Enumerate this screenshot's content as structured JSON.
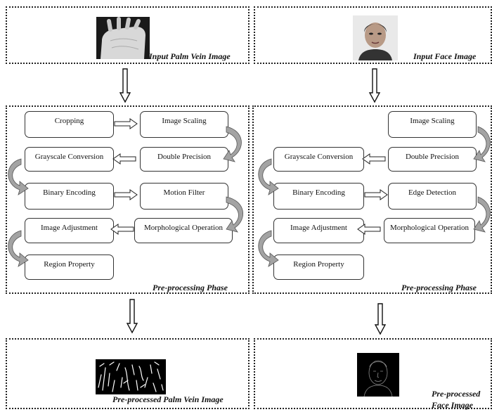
{
  "palm": {
    "input_caption": "Input Palm Vein Image",
    "phase_caption": "Pre-processing Phase",
    "output_caption": "Pre-processed Palm Vein Image",
    "steps": {
      "cropping": "Cropping",
      "image_scaling": "Image Scaling",
      "grayscale": "Grayscale Conversion",
      "double_precision": "Double Precision",
      "binary_encoding": "Binary Encoding",
      "motion_filter": "Motion Filter",
      "image_adjustment": "Image Adjustment",
      "morphological": "Morphological Operation",
      "region_property": "Region Property"
    }
  },
  "face": {
    "input_caption": "Input Face Image",
    "phase_caption": "Pre-processing Phase",
    "output_caption_line1": "Pre-processed",
    "output_caption_line2": "Face Image",
    "steps": {
      "image_scaling": "Image Scaling",
      "grayscale": "Grayscale Conversion",
      "double_precision": "Double Precision",
      "binary_encoding": "Binary Encoding",
      "edge_detection": "Edge Detection",
      "image_adjustment": "Image Adjustment",
      "morphological": "Morphological Operation",
      "region_property": "Region Property"
    }
  },
  "colors": {
    "border": "#222222",
    "curved_arrow": "#9a9a9a",
    "vein_bg": "#000000",
    "vein_line": "#ffffff"
  }
}
